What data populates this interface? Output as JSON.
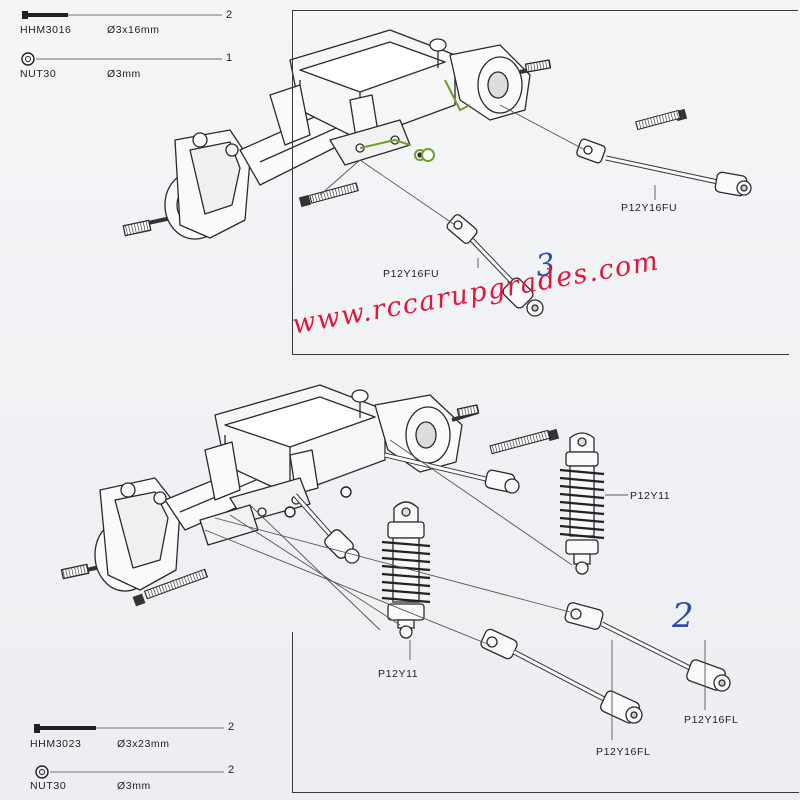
{
  "parts_top": [
    {
      "code": "HHM3016",
      "spec": "Ø3x16mm",
      "qty": "2"
    },
    {
      "code": "NUT30",
      "spec": "Ø3mm",
      "qty": "1"
    }
  ],
  "parts_bottom": [
    {
      "code": "HHM3023",
      "spec": "Ø3x23mm",
      "qty": "2"
    },
    {
      "code": "NUT30",
      "spec": "Ø3mm",
      "qty": "2"
    }
  ],
  "callouts": {
    "top_upper_link_right": "P12Y16FU",
    "top_upper_link_center": "P12Y16FU",
    "shock_right": "P12Y11",
    "shock_left": "P12Y11",
    "lower_link_right": "P12Y16FL",
    "lower_link_left": "P12Y16FL"
  },
  "handwritten": {
    "step_top": "3",
    "step_bottom": "2"
  },
  "watermark": "www.rccarupgrades.com",
  "colors": {
    "line": "#2a2a2a",
    "highlight": "#6e9f2a",
    "handwriting": "#2f4f9e",
    "watermark": "#e0183c"
  }
}
